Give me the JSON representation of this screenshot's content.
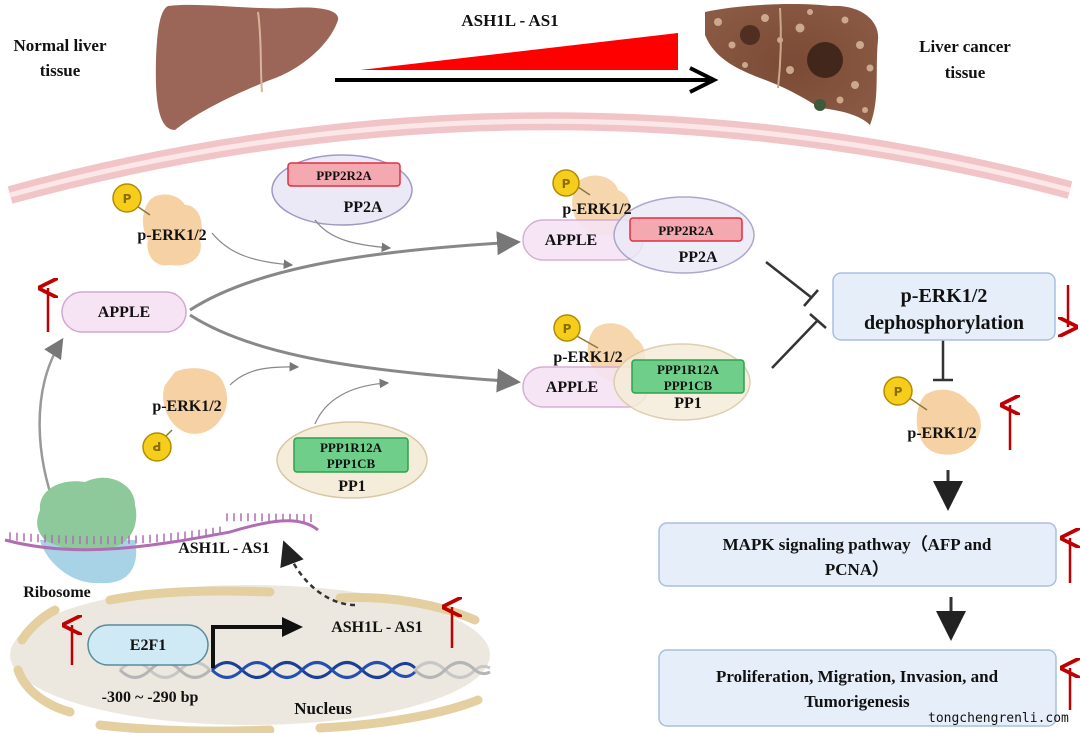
{
  "header": {
    "normal_tissue_label": [
      "Normal liver",
      "tissue"
    ],
    "cancer_tissue_label": [
      "Liver cancer",
      "tissue"
    ],
    "gradient_label": "ASH1L - AS1"
  },
  "cytoplasm": {
    "apple_label": "APPLE",
    "perk_label": "p-ERK1/2",
    "phospho_label": "P",
    "pp2a": {
      "subunit": "PPP2R2A",
      "name": "PP2A"
    },
    "pp1": {
      "subunits": [
        "PPP1R12A",
        "PPP1CB"
      ],
      "name": "PP1"
    },
    "complex_pp2a": {
      "apple": "APPLE",
      "perk": "p-ERK1/2",
      "subunit": "PPP2R2A",
      "name": "PP2A"
    },
    "complex_pp1": {
      "apple": "APPLE",
      "perk": "p-ERK1/2",
      "subunits": [
        "PPP1R12A",
        "PPP1CB"
      ],
      "name": "PP1"
    },
    "ribosome_label": "Ribosome",
    "rna_label": "ASH1L - AS1"
  },
  "nucleus": {
    "label": "Nucleus",
    "tf_label": "E2F1",
    "binding_site": "-300 ~ -290 bp",
    "gene_label": "ASH1L - AS1"
  },
  "pathway": {
    "dephos_box": [
      "p-ERK1/2",
      "dephosphorylation"
    ],
    "perk_result": "p-ERK1/2",
    "mapk_box": [
      "MAPK signaling pathway（AFP and",
      "PCNA）"
    ],
    "outcome_box": [
      "Proliferation, Migration, Invasion, and",
      "Tumorigenesis"
    ]
  },
  "colors": {
    "up_arrow": "#c00000",
    "gradient_red": "#ff0000",
    "pp2a_subunit_fill": "#f4a9b0",
    "pp1_subunit_fill": "#6fcf8a",
    "apple_fill": "#f6e4f4",
    "box_fill": "#e6eef9"
  },
  "watermark": "tongchengrenli.com"
}
